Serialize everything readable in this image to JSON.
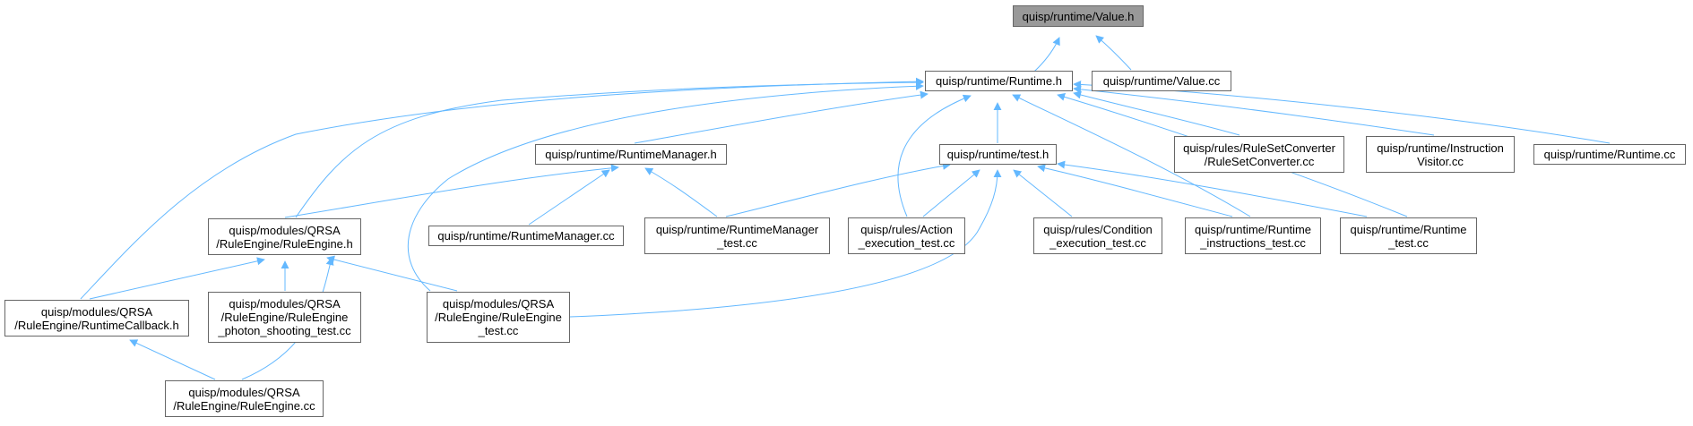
{
  "graph": {
    "edge_color": "#63b8ff",
    "root_fill": "#999999",
    "node_border": "#666666",
    "nodes": [
      {
        "id": "value_h",
        "label": "quisp/runtime/Value.h"
      },
      {
        "id": "runtime_h",
        "label": "quisp/runtime/Runtime.h"
      },
      {
        "id": "value_cc",
        "label": "quisp/runtime/Value.cc"
      },
      {
        "id": "runtimemanager_h",
        "label": "quisp/runtime/RuntimeManager.h"
      },
      {
        "id": "test_h",
        "label": "quisp/runtime/test.h"
      },
      {
        "id": "rulesetconverter_cc",
        "label": "quisp/rules/RuleSetConverter\n/RuleSetConverter.cc"
      },
      {
        "id": "instructionvisitor_cc",
        "label": "quisp/runtime/Instruction\nVisitor.cc"
      },
      {
        "id": "runtime_cc",
        "label": "quisp/runtime/Runtime.cc"
      },
      {
        "id": "ruleengine_h",
        "label": "quisp/modules/QRSA\n/RuleEngine/RuleEngine.h"
      },
      {
        "id": "runtimemanager_cc",
        "label": "quisp/runtime/RuntimeManager.cc"
      },
      {
        "id": "runtimemanager_test_cc",
        "label": "quisp/runtime/RuntimeManager\n_test.cc"
      },
      {
        "id": "action_execution_test_cc",
        "label": "quisp/rules/Action\n_execution_test.cc"
      },
      {
        "id": "condition_execution_test_cc",
        "label": "quisp/rules/Condition\n_execution_test.cc"
      },
      {
        "id": "runtime_instructions_test_cc",
        "label": "quisp/runtime/Runtime\n_instructions_test.cc"
      },
      {
        "id": "runtime_test_cc",
        "label": "quisp/runtime/Runtime\n_test.cc"
      },
      {
        "id": "runtimecallback_h",
        "label": "quisp/modules/QRSA\n/RuleEngine/RuntimeCallback.h"
      },
      {
        "id": "photon_shooting_test_cc",
        "label": "quisp/modules/QRSA\n/RuleEngine/RuleEngine\n_photon_shooting_test.cc"
      },
      {
        "id": "ruleengine_test_cc",
        "label": "quisp/modules/QRSA\n/RuleEngine/RuleEngine\n_test.cc"
      },
      {
        "id": "ruleengine_cc",
        "label": "quisp/modules/QRSA\n/RuleEngine/RuleEngine.cc"
      }
    ]
  }
}
